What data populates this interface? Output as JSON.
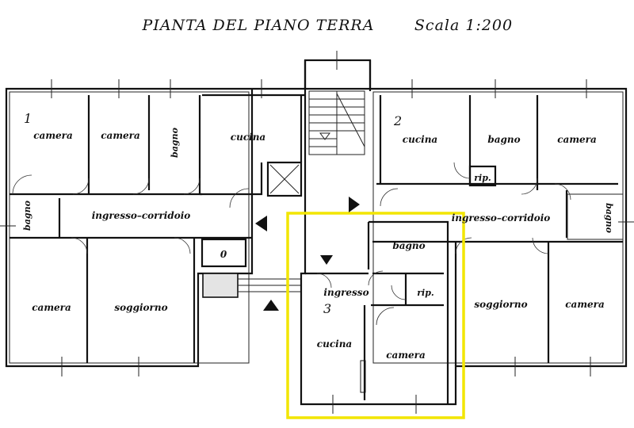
{
  "title": "PIANTA DEL PIANO TERRA",
  "scale": "Scala 1:200",
  "highlight_color": "#f2e600",
  "units": [
    {
      "id": "unit-1",
      "number": "1"
    },
    {
      "id": "unit-2",
      "number": "2"
    },
    {
      "id": "unit-3",
      "number": "3"
    }
  ],
  "rooms": [
    {
      "id": "u1-camera-a",
      "label": "camera"
    },
    {
      "id": "u1-camera-b",
      "label": "camera"
    },
    {
      "id": "u1-bagno",
      "label": "bagno"
    },
    {
      "id": "u1-cucina",
      "label": "cucina"
    },
    {
      "id": "u1-bagno-small",
      "label": "bagno"
    },
    {
      "id": "u1-corridoio",
      "label": "ingresso–corridoio"
    },
    {
      "id": "u1-camera-c",
      "label": "camera"
    },
    {
      "id": "u1-soggiorno",
      "label": "soggiorno"
    },
    {
      "id": "u2-cucina",
      "label": "cucina"
    },
    {
      "id": "u2-bagno",
      "label": "bagno"
    },
    {
      "id": "u2-camera-a",
      "label": "camera"
    },
    {
      "id": "u2-rip",
      "label": "rip."
    },
    {
      "id": "u2-corridoio",
      "label": "ingresso–corridoio"
    },
    {
      "id": "u2-bagno-small",
      "label": "bagno"
    },
    {
      "id": "u2-soggiorno",
      "label": "soggiorno"
    },
    {
      "id": "u2-camera-b",
      "label": "camera"
    },
    {
      "id": "u3-bagno",
      "label": "bagno"
    },
    {
      "id": "u3-ingresso",
      "label": "ingresso"
    },
    {
      "id": "u3-rip",
      "label": "rip."
    },
    {
      "id": "u3-cucina",
      "label": "cucina"
    },
    {
      "id": "u3-camera",
      "label": "camera"
    }
  ],
  "misc": {
    "o_mark": "0"
  }
}
